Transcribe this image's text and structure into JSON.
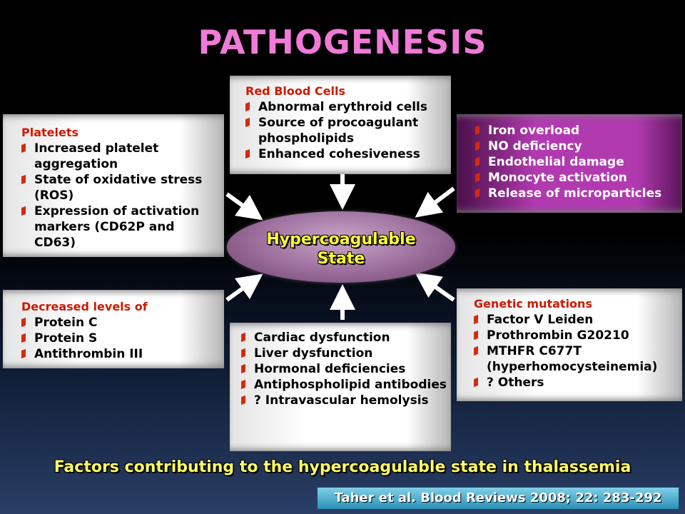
{
  "title": "PATHOGENESIS",
  "center": {
    "line1": "Hypercoagulable",
    "line2": "State"
  },
  "boxes": {
    "red_blood_cells": {
      "heading": "Red Blood Cells",
      "items": [
        "Abnormal erythroid cells",
        "Source of procoagulant phospholipids",
        "Enhanced cohesiveness"
      ]
    },
    "platelets": {
      "heading": "Platelets",
      "items": [
        "Increased platelet aggregation",
        "State of oxidative stress (ROS)",
        "Expression of activation markers (CD62P and CD63)"
      ]
    },
    "iron": {
      "items": [
        "Iron overload",
        "NO deficiency",
        "Endothelial damage",
        "Monocyte activation",
        "Release of microparticles"
      ]
    },
    "decreased": {
      "heading": "Decreased levels of",
      "items": [
        "Protein C",
        "Protein S",
        "Antithrombin III"
      ]
    },
    "organ": {
      "items": [
        "Cardiac dysfunction",
        "Liver dysfunction",
        "Hormonal deficiencies",
        "Antiphospholipid antibodies",
        "? Intravascular hemolysis"
      ]
    },
    "genetic": {
      "heading": "Genetic mutations",
      "items": [
        "Factor V Leiden",
        "Prothrombin G20210",
        "MTHFR C677T (hyperhomocysteinemia)",
        "? Others"
      ]
    }
  },
  "caption": "Factors contributing to the hypercoagulable state in thalassemia",
  "reference": "Taher et al. Blood Reviews 2008; 22: 283-292",
  "colors": {
    "title": "#f07ad8",
    "heading_red": "#cc1a00",
    "caption_yellow": "#ffff66",
    "purple_box": "#b23ab0"
  }
}
